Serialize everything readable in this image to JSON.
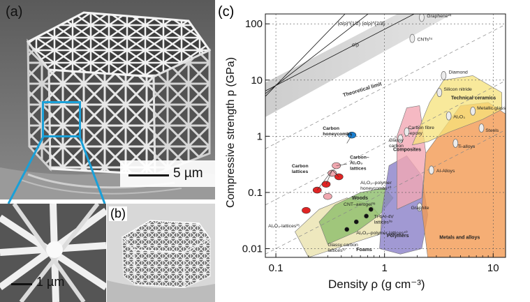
{
  "panels": {
    "a": {
      "label": "(a)",
      "scale": "5 µm"
    },
    "zoom": {
      "scale": "1 µm"
    },
    "b": {
      "label": "(b)"
    },
    "c": {
      "label": "(c)"
    }
  },
  "colors": {
    "highlight": "#1aa0d8",
    "carbon_lattice": "#e02424",
    "carbon_honeycomb": "#1a7fd0"
  },
  "chart_data": {
    "type": "scatter",
    "xlabel": "Density ρ (g cm⁻³)",
    "ylabel": "Compressive strength p (GPa)",
    "xscale": "log",
    "yscale": "log",
    "xlim": [
      0.08,
      13
    ],
    "ylim": [
      0.007,
      150
    ],
    "x_ticks": [
      "0.1",
      "1",
      "10"
    ],
    "y_ticks": [
      "0.01",
      "0.1",
      "1",
      "10",
      "100"
    ],
    "grid": true,
    "bands": [
      {
        "name": "Theoretical limit",
        "label": "Theoretical limit"
      }
    ],
    "guide_lines": [
      {
        "label": "(σ/ρ)^{1/2}",
        "exponent": 2
      },
      {
        "label": "(σ/ρ)^{2/3}",
        "exponent": 1.5
      },
      {
        "label": "σ/ρ",
        "exponent": 1
      }
    ],
    "regions": [
      {
        "name": "Technical ceramics",
        "label": "Technical ceramics",
        "color": "#f5e27a"
      },
      {
        "name": "Metals and alloys",
        "label": "Metals and alloys",
        "color": "#f29a52"
      },
      {
        "name": "Composites",
        "label": "Composites",
        "color": "#f2a8b4"
      },
      {
        "name": "Polymers",
        "label": "Polymers",
        "color": "#8a80c8"
      },
      {
        "name": "Woods",
        "label": "Woods",
        "color": "#8cbd6a"
      },
      {
        "name": "Foams",
        "label": "Foams",
        "color": "#e8e0a8"
      }
    ],
    "materials": [
      {
        "label": "Graphene²⁴",
        "x": 2.2,
        "y": 130
      },
      {
        "label": "CNTs³⁴",
        "x": 1.8,
        "y": 55
      },
      {
        "label": "Diamond",
        "x": 3.5,
        "y": 12
      },
      {
        "label": "Silicon nitride",
        "x": 3.2,
        "y": 6
      },
      {
        "label": "Metallic glass",
        "x": 6.5,
        "y": 2.8
      },
      {
        "label": "Al₂O₃",
        "x": 3.9,
        "y": 2.3
      },
      {
        "label": "Steels",
        "x": 7.8,
        "y": 1.4
      },
      {
        "label": "Ti-alloys",
        "x": 4.5,
        "y": 0.75
      },
      {
        "label": "Carbon fibre-epoxy",
        "x": 1.6,
        "y": 1.2
      },
      {
        "label": "Glassy carbon",
        "x": 1.4,
        "y": 0.9
      },
      {
        "label": "Al-Alloys",
        "x": 2.7,
        "y": 0.25
      },
      {
        "label": "Graphite",
        "x": 2.1,
        "y": 0.055
      },
      {
        "label": "Carbon honeycombs",
        "x": 0.5,
        "y": 1.05
      },
      {
        "label": "Carbon lattices",
        "x": 0.2,
        "y": 0.2
      },
      {
        "label": "Carbon–Al₂O₃ lattices",
        "x": 0.35,
        "y": 0.35
      },
      {
        "label": "Al₂O₃–polymer honeycombs⁴⁰",
        "x": 0.45,
        "y": 0.14
      },
      {
        "label": "CNT–aerogel³⁸",
        "x": 0.35,
        "y": 0.066
      },
      {
        "label": "Al₂O₃-lattices³⁵",
        "x": 0.14,
        "y": 0.022
      },
      {
        "label": "Ti-6Al-4V lattices³⁹",
        "x": 0.75,
        "y": 0.032
      },
      {
        "label": "Al₂O₃–polymer lattices⁴⁰",
        "x": 0.55,
        "y": 0.016
      },
      {
        "label": "Glassy carbon lattices³⁷",
        "x": 0.3,
        "y": 0.012
      }
    ],
    "series": [
      {
        "name": "Carbon lattices",
        "x": [
          0.19,
          0.24,
          0.29,
          0.38
        ],
        "y": [
          0.048,
          0.11,
          0.14,
          0.19
        ]
      },
      {
        "name": "Carbon honeycombs",
        "x": [
          0.5
        ],
        "y": [
          1.05
        ]
      },
      {
        "name": "Carbon–Al₂O₃ lattices",
        "x": [
          0.3,
          0.33,
          0.36
        ],
        "y": [
          0.085,
          0.22,
          0.3
        ]
      },
      {
        "name": "Ti-6Al-4V lattices",
        "x": [
          0.45,
          0.55,
          0.68,
          0.75
        ],
        "y": [
          0.022,
          0.03,
          0.038,
          0.05
        ]
      }
    ]
  }
}
